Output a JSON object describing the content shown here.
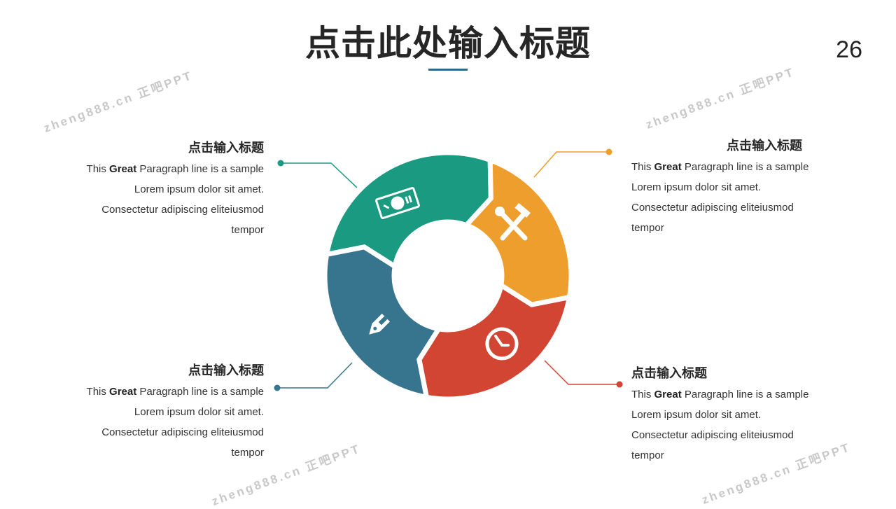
{
  "slide": {
    "title": "点击此处输入标题",
    "page_number": "26",
    "accent_color": "#2e6a8a",
    "watermark": "zheng888.cn 正吧PPT"
  },
  "blocks": [
    {
      "id": "top-left",
      "title": "点击输入标题",
      "lead": "This ",
      "bold": "Great",
      "rest": " Paragraph line is a sample",
      "line2": "Lorem ipsum dolor sit amet.",
      "line3": "Consectetur  adipiscing eliteiusmod",
      "line4": "tempor",
      "color": "#1a9a80",
      "icon": "money-icon"
    },
    {
      "id": "top-right",
      "title": "点击输入标题",
      "lead": "This ",
      "bold": "Great",
      "rest": " Paragraph line is a sample",
      "line2": "Lorem ipsum dolor sit amet.",
      "line3": "Consectetur  adipiscing eliteiusmod",
      "line4": "tempor",
      "color": "#ee9e2c",
      "icon": "tools-icon"
    },
    {
      "id": "bottom-left",
      "title": "点击输入标题",
      "lead": "This ",
      "bold": "Great",
      "rest": " Paragraph line is a sample",
      "line2": "Lorem ipsum dolor sit amet.",
      "line3": "Consectetur  adipiscing eliteiusmod",
      "line4": "tempor",
      "color": "#37758f",
      "icon": "pen-icon"
    },
    {
      "id": "bottom-right",
      "title": "点击输入标题",
      "lead": "This ",
      "bold": "Great",
      "rest": " Paragraph line is a sample",
      "line2": "Lorem ipsum dolor sit amet.",
      "line3": "Consectetur  adipiscing eliteiusmod",
      "line4": "tempor",
      "color": "#d24533",
      "icon": "clock-icon"
    }
  ]
}
